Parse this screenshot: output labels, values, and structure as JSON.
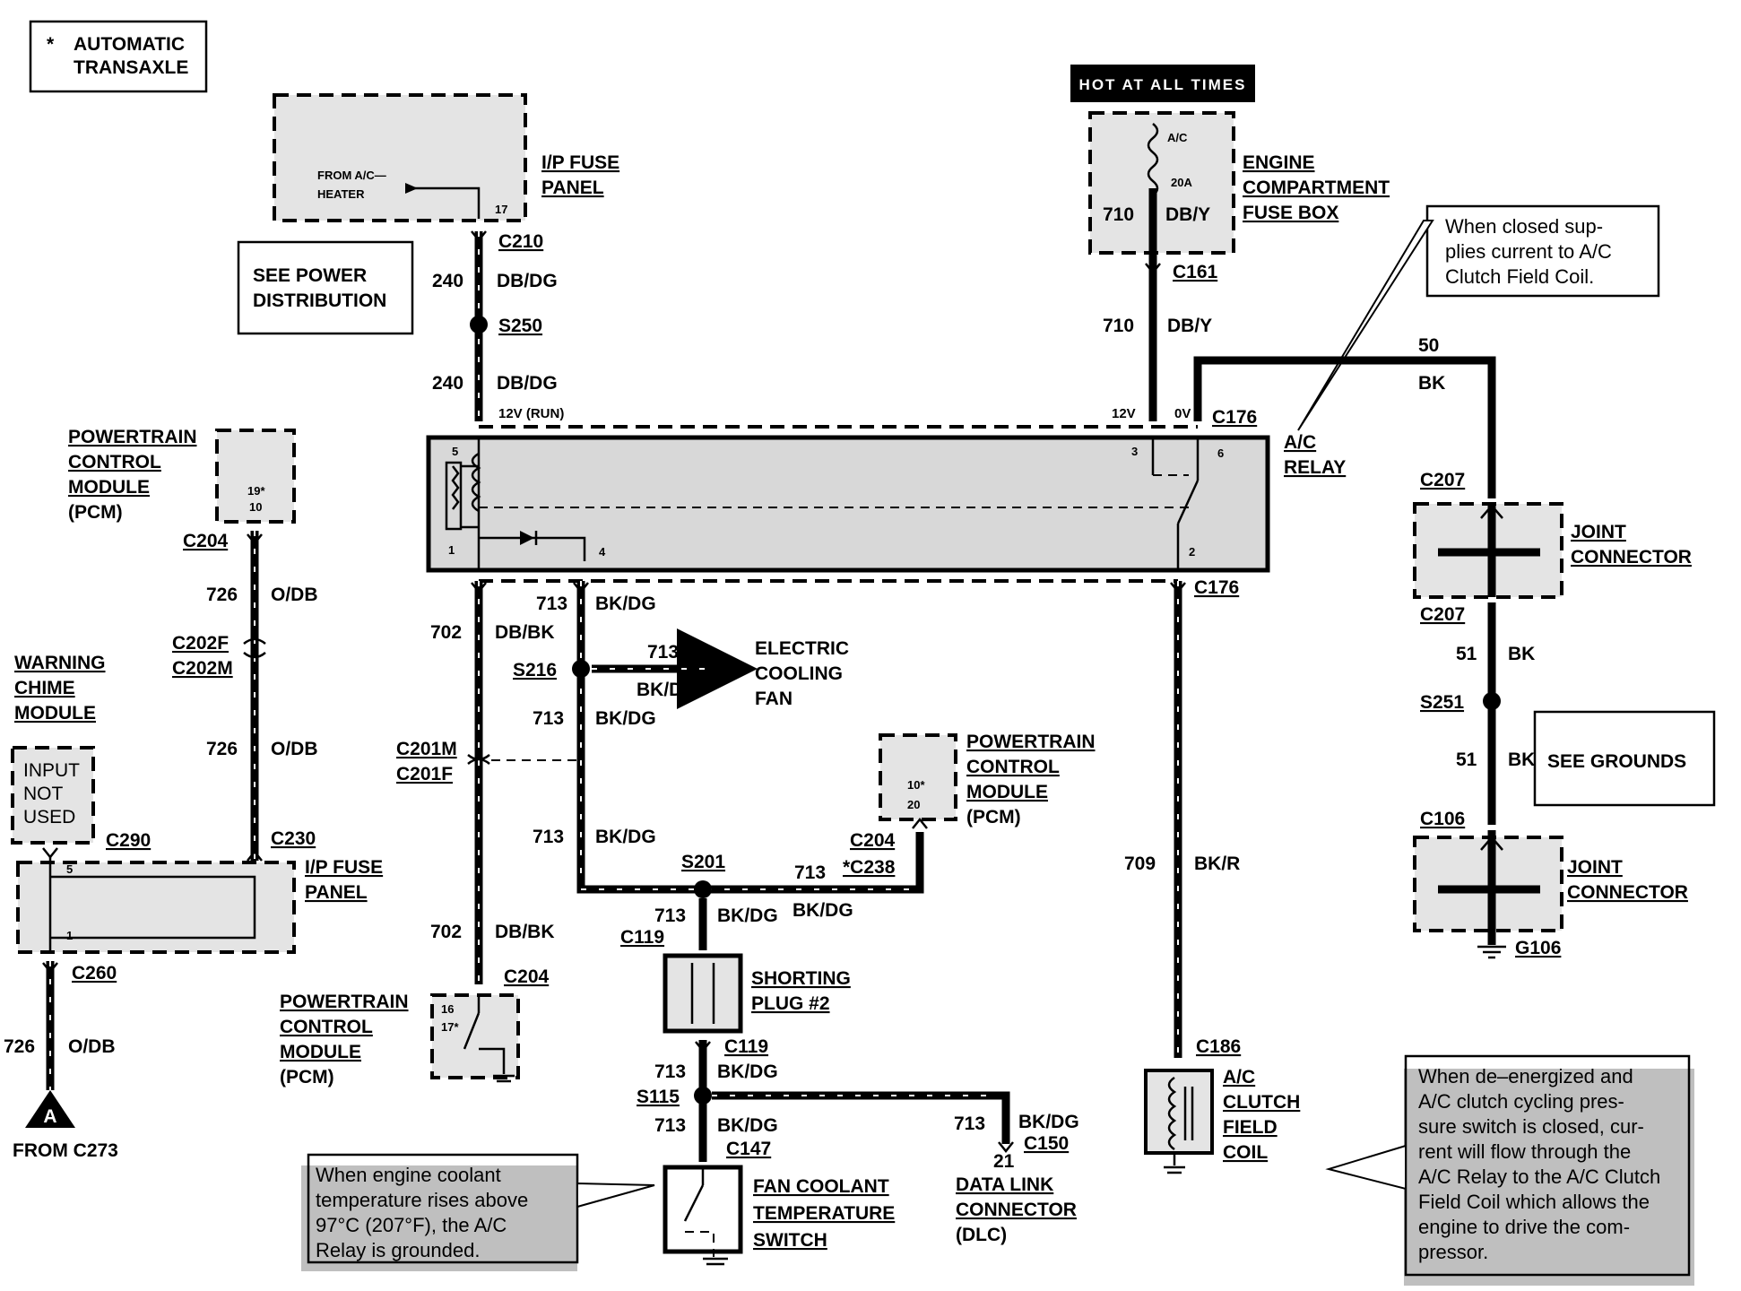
{
  "legend": {
    "mark": "*",
    "line1": "AUTOMATIC",
    "line2": "TRANSAXLE"
  },
  "hot_banner": "HOT AT ALL TIMES",
  "ip_fuse_top": {
    "title1": "I/P FUSE",
    "title2": "PANEL",
    "from1": "FROM A/C—",
    "from2": "HEATER",
    "pin": "17"
  },
  "see_power": {
    "line1": "SEE POWER",
    "line2": "DISTRIBUTION"
  },
  "engine_fuse": {
    "title1": "ENGINE",
    "title2": "COMPARTMENT",
    "title3": "FUSE BOX",
    "fuse_name": "A/C",
    "fuse_rating": "20A",
    "circuit": "710",
    "color": "DB/Y"
  },
  "callout_top": {
    "line1": "When closed sup-",
    "line2": "plies current to A/C",
    "line3": "Clutch Field Coil."
  },
  "connectors": {
    "c210": "C210",
    "s250": "S250",
    "c161": "C161",
    "c176_top": "C176",
    "c176_bot": "C176",
    "c207_top": "C207",
    "c207_bot": "C207",
    "s251": "S251",
    "c106": "C106",
    "g106": "G106",
    "c204_pcm1": "C204",
    "c202f": "C202F",
    "c202m": "C202M",
    "c201m": "C201M",
    "c201f": "C201F",
    "c290": "C290",
    "c230": "C230",
    "c260": "C260",
    "s216": "S216",
    "s201": "S201",
    "c204_pcm2": "C204",
    "c238": "*C238",
    "c119_top": "C119",
    "c119_bot": "C119",
    "s115": "S115",
    "c147": "C147",
    "c150": "C150",
    "c204_pcm3": "C204",
    "c186": "C186"
  },
  "wires": {
    "w240a": "240",
    "w240a_c": "DB/DG",
    "w240b": "240",
    "w240b_c": "DB/DG",
    "w710": "710",
    "w710_c": "DB/Y",
    "w50": "50",
    "w50_c": "BK",
    "w51a": "51",
    "w51a_c": "BK",
    "w51b": "51",
    "w51b_c": "BK",
    "w726a": "726",
    "w726a_c": "O/DB",
    "w726b": "726",
    "w726b_c": "O/DB",
    "w726c": "726",
    "w726c_c": "O/DB",
    "w702a": "702",
    "w702a_c": "DB/BK",
    "w702b": "702",
    "w702b_c": "DB/BK",
    "w713a": "713",
    "w713a_c": "BK/DG",
    "w713fan": "713",
    "w713fan_c": "BK/DG",
    "w713b": "713",
    "w713b_c": "BK/DG",
    "w713c": "713",
    "w713c_c": "BK/DG",
    "w713d": "713",
    "w713e": "713",
    "w713e_c": "BK/DG",
    "w713e_c2": "BK/DG",
    "w713f": "713",
    "w713f_c": "BK/DG",
    "w713g": "713",
    "w713g_c": "BK/DG",
    "w713h": "713",
    "w713h_c": "BK/DG",
    "w709": "709",
    "w709_c": "BK/R"
  },
  "relay": {
    "title1": "A/C",
    "title2": "RELAY",
    "v12_run": "12V (RUN)",
    "v12": "12V",
    "v0": "0V",
    "pin1": "1",
    "pin2": "2",
    "pin3": "3",
    "pin4": "4",
    "pin5": "5",
    "pin6": "6"
  },
  "pcm_top": {
    "line1": "POWERTRAIN",
    "line2": "CONTROL",
    "line3": "MODULE",
    "line4": "(PCM)",
    "pin_a": "19*",
    "pin_b": "10"
  },
  "chime": {
    "line1": "WARNING",
    "line2": "CHIME",
    "line3": "MODULE",
    "input1": "INPUT",
    "input2": "NOT",
    "input3": "USED"
  },
  "ip_fuse_left": {
    "title1": "I/P FUSE",
    "title2": "PANEL",
    "pin5": "5",
    "pin1": "1"
  },
  "ground_a": {
    "letter": "A",
    "from": "FROM C273"
  },
  "fan": {
    "line1": "ELECTRIC",
    "line2": "COOLING",
    "line3": "FAN"
  },
  "pcm_mid": {
    "line1": "POWERTRAIN",
    "line2": "CONTROL",
    "line3": "MODULE",
    "line4": "(PCM)",
    "pin_a": "10*",
    "pin_b": "20"
  },
  "pcm_low": {
    "line1": "POWERTRAIN",
    "line2": "CONTROL",
    "line3": "MODULE",
    "line4": "(PCM)",
    "pin_a": "16",
    "pin_b": "17*"
  },
  "shorting_plug": {
    "line1": "SHORTING",
    "line2": "PLUG #2"
  },
  "dlc": {
    "pin": "21",
    "line1": "DATA LINK",
    "line2": "CONNECTOR",
    "line3": "(DLC)"
  },
  "fan_switch": {
    "line1": "FAN COOLANT",
    "line2": "TEMPERATURE",
    "line3": "SWITCH"
  },
  "clutch": {
    "line1": "A/C",
    "line2": "CLUTCH",
    "line3": "FIELD",
    "line4": "COIL"
  },
  "joint_top": {
    "line1": "JOINT",
    "line2": "CONNECTOR"
  },
  "joint_bot": {
    "line1": "JOINT",
    "line2": "CONNECTOR"
  },
  "see_grounds": "SEE GROUNDS",
  "callout_coolant": {
    "line1": "When   engine   coolant",
    "line2": "temperature rises above",
    "line3": "97°C  (207°F),  the  A/C",
    "line4": "Relay is grounded."
  },
  "callout_clutch": {
    "line1": "When de–energized and",
    "line2": "A/C clutch cycling pres-",
    "line3": "sure switch is closed, cur-",
    "line4": "rent will flow through the",
    "line5": "A/C Relay to the A/C Clutch",
    "line6": "Field Coil which allows the",
    "line7": "engine to drive the com-",
    "line8": "pressor."
  }
}
